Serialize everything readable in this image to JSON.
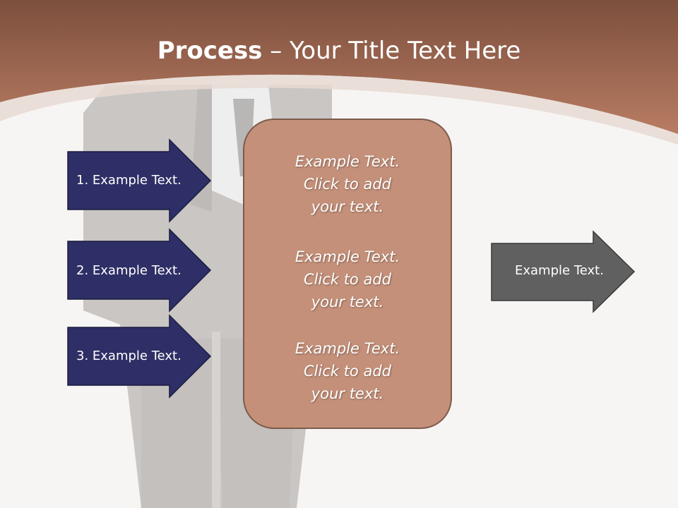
{
  "slide": {
    "title_bold": "Process",
    "title_rest": " – Your Title Text Here",
    "steps": [
      {
        "label": "1. Example Text."
      },
      {
        "label": "2. Example Text."
      },
      {
        "label": "3. Example Text."
      }
    ],
    "center_blocks": [
      {
        "text": "Example Text.\nClick  to add\nyour text."
      },
      {
        "text": "Example Text.\nClick  to add\nyour text."
      },
      {
        "text": "Example Text.\nClick  to add\nyour text."
      }
    ],
    "output": {
      "label": "Example Text."
    }
  },
  "colors": {
    "header": "#a86a52",
    "step_arrow": "#2e2f66",
    "center_box": "#c49079",
    "output_arrow": "#606060"
  }
}
